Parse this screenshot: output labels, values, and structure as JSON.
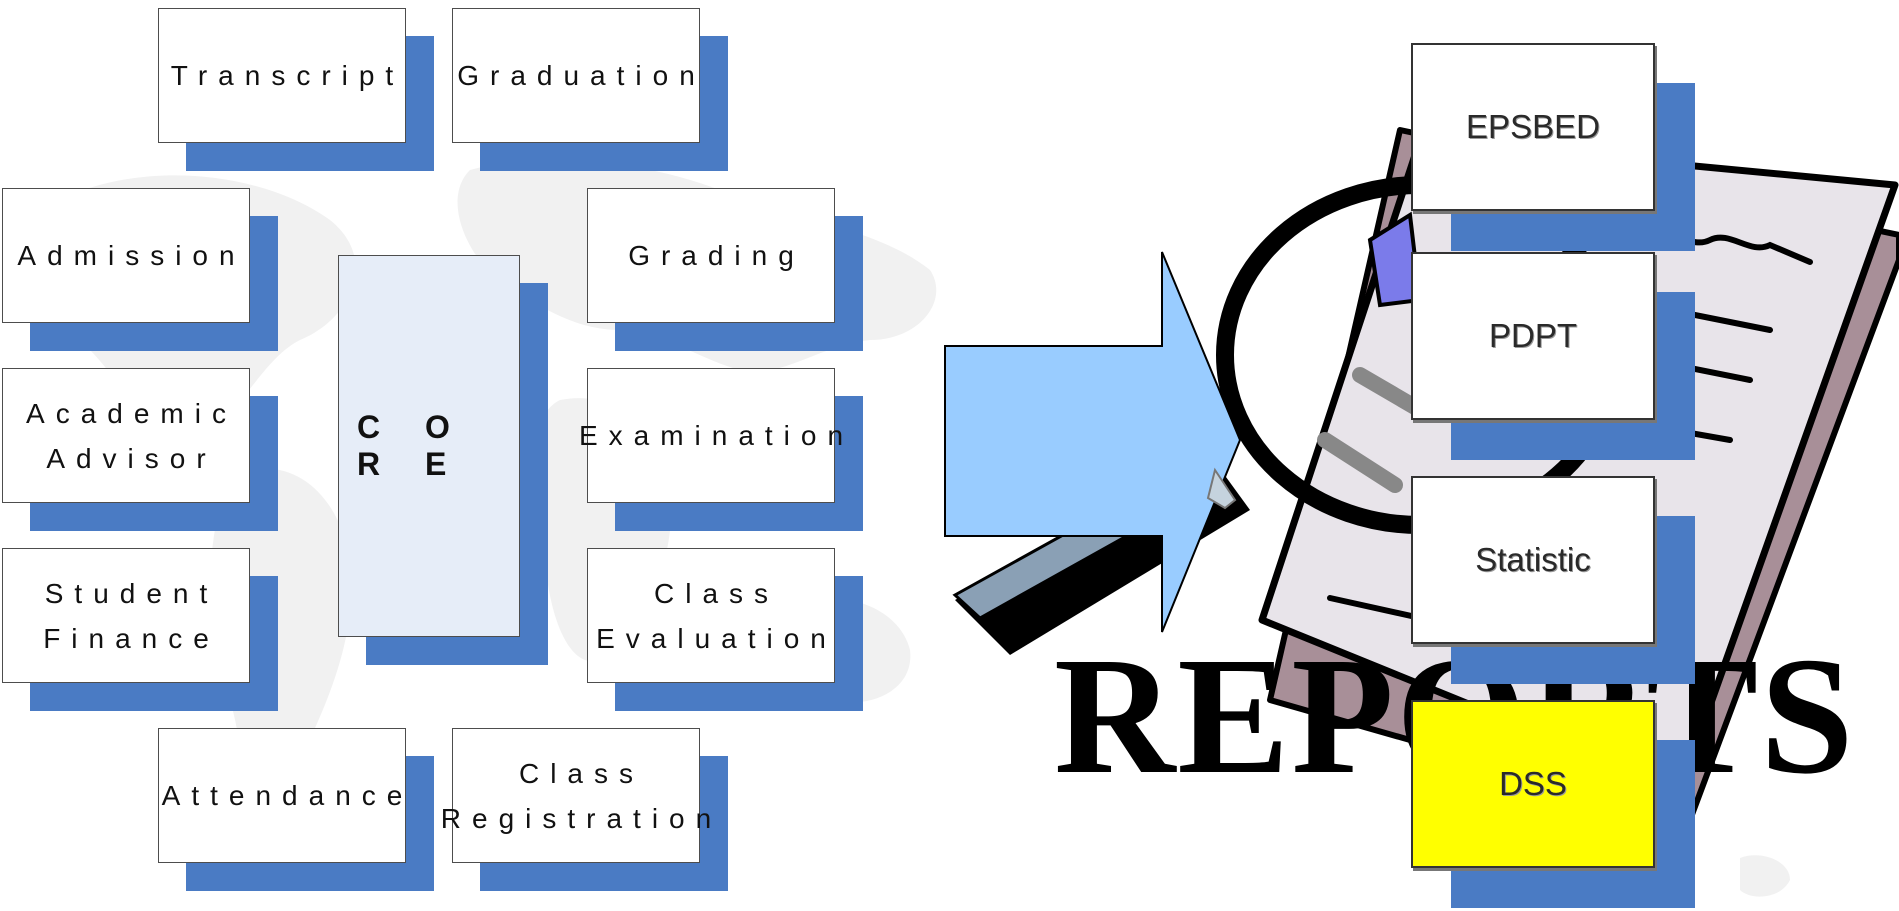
{
  "diagram": {
    "core": {
      "label": "C O R E"
    },
    "modules": [
      {
        "id": "transcript",
        "label": "Transcript"
      },
      {
        "id": "graduation",
        "label": "Graduation"
      },
      {
        "id": "admission",
        "label": "Admission"
      },
      {
        "id": "grading",
        "label": "Grading"
      },
      {
        "id": "academic-advisor",
        "label": "Academic\nAdvisor"
      },
      {
        "id": "examination",
        "label": "Examination"
      },
      {
        "id": "student-finance",
        "label": "Student\nFinance"
      },
      {
        "id": "class-evaluation",
        "label": "Class\nEvaluation"
      },
      {
        "id": "attendance",
        "label": "Attendance"
      },
      {
        "id": "class-registration",
        "label": "Class\nRegistration"
      }
    ],
    "reports": {
      "title": "REPORTS",
      "items": [
        {
          "id": "epsbed",
          "label": "EPSBED"
        },
        {
          "id": "pdpt",
          "label": "PDPT"
        },
        {
          "id": "statistic",
          "label": "Statistic"
        },
        {
          "id": "dss",
          "label": "DSS",
          "highlight": true
        }
      ]
    }
  },
  "colors": {
    "shadow_blue": "#4a7bc4",
    "core_fill": "#e6edf8",
    "arrow_fill": "#99ccff",
    "dss_fill": "#ffff00",
    "paper_fill": "#e8e4ea",
    "paper_back": "#a88f98"
  }
}
